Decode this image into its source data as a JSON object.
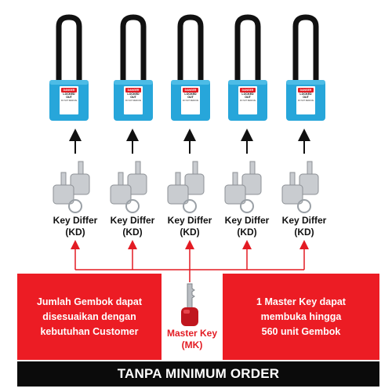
{
  "padlocks": [
    {
      "sign": "DANGER",
      "line1": "LOCKED",
      "line2": "OUT",
      "small": "DO NOT REMOVE"
    },
    {
      "sign": "DANGER",
      "line1": "LOCKED",
      "line2": "OUT",
      "small": "DO NOT REMOVE"
    },
    {
      "sign": "DANGER",
      "line1": "LOCKED",
      "line2": "OUT",
      "small": "DO NOT REMOVE"
    },
    {
      "sign": "DANGER",
      "line1": "LOCKED",
      "line2": "OUT",
      "small": "DO NOT REMOVE"
    },
    {
      "sign": "DANGER",
      "line1": "LOCKED",
      "line2": "OUT",
      "small": "DO NOT REMOVE"
    }
  ],
  "key_groups": [
    {
      "label": "Key Differ",
      "abbr": "(KD)"
    },
    {
      "label": "Key Differ",
      "abbr": "(KD)"
    },
    {
      "label": "Key Differ",
      "abbr": "(KD)"
    },
    {
      "label": "Key Differ",
      "abbr": "(KD)"
    },
    {
      "label": "Key Differ",
      "abbr": "(KD)"
    }
  ],
  "left_panel": {
    "line1": "Jumlah Gembok dapat",
    "line2": "disesuaikan dengan",
    "line3": "kebutuhan Customer"
  },
  "right_panel": {
    "line1": "1 Master Key dapat",
    "line2": "membuka hingga",
    "line3": "560 unit Gembok"
  },
  "master_key": {
    "label": "Master Key",
    "abbr": "(MK)"
  },
  "footer": {
    "text": "TANPA MINIMUM ORDER"
  },
  "colors": {
    "lock_body": "#27a6da",
    "shackle": "#111111",
    "accent_red": "#ec1c24",
    "footer_bg": "#0b0b0b"
  },
  "icons": {
    "padlock": "padlock-icon",
    "keys": "key-pair-icon",
    "master_key": "master-key-icon",
    "arrow": "arrow-up-icon"
  }
}
